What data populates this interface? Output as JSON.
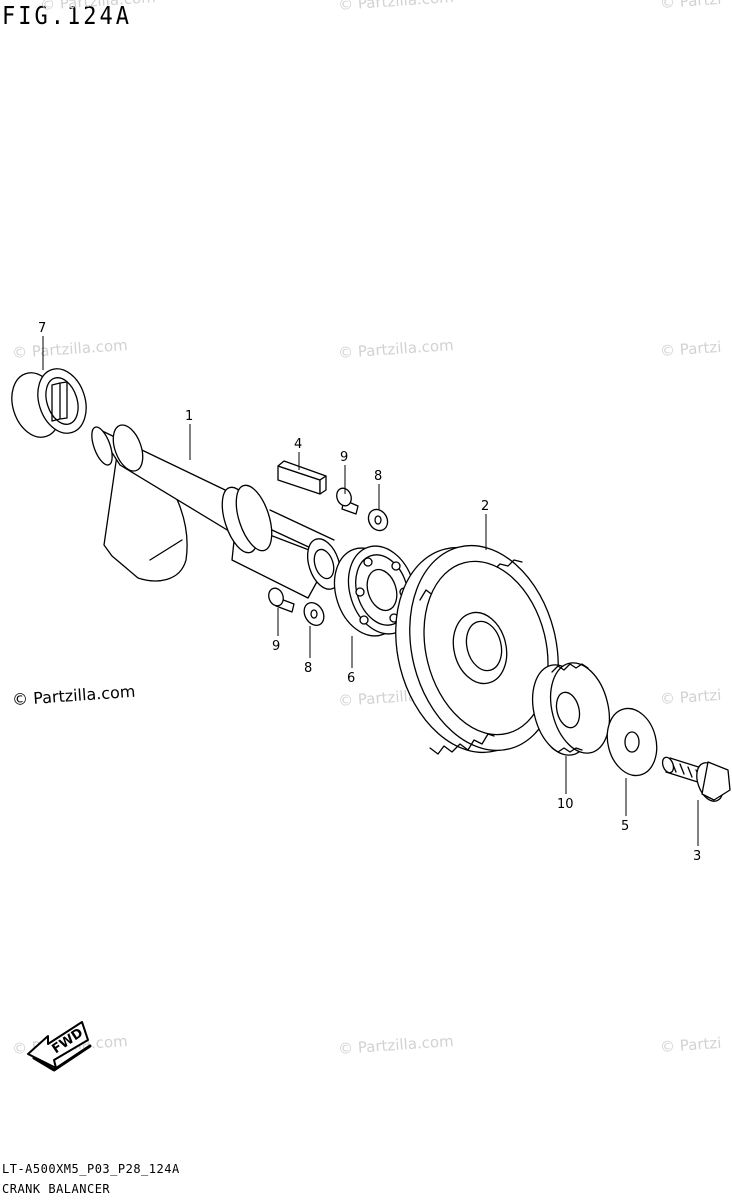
{
  "figure": {
    "title": "FIG.124A",
    "model_code": "LT-A500XM5_P03_P28_124A",
    "section_name": "CRANK BALANCER"
  },
  "watermark": {
    "text": "© Partzilla.com",
    "short_text": "© Partzi"
  },
  "fwd_badge": {
    "label": "FWD"
  },
  "callouts": [
    {
      "number": "7",
      "part": "bearing"
    },
    {
      "number": "1",
      "part": "balancer-shaft"
    },
    {
      "number": "4",
      "part": "key"
    },
    {
      "number": "9",
      "part": "bolt-upper"
    },
    {
      "number": "8",
      "part": "washer-upper"
    },
    {
      "number": "2",
      "part": "balancer-driven-gear"
    },
    {
      "number": "9",
      "part": "bolt-lower"
    },
    {
      "number": "8",
      "part": "washer-lower"
    },
    {
      "number": "6",
      "part": "ball-bearing"
    },
    {
      "number": "10",
      "part": "balancer-drive-gear"
    },
    {
      "number": "5",
      "part": "washer"
    },
    {
      "number": "3",
      "part": "bolt"
    }
  ],
  "colors": {
    "line": "#000000",
    "watermark": "#d2d2d2",
    "background": "#ffffff"
  }
}
